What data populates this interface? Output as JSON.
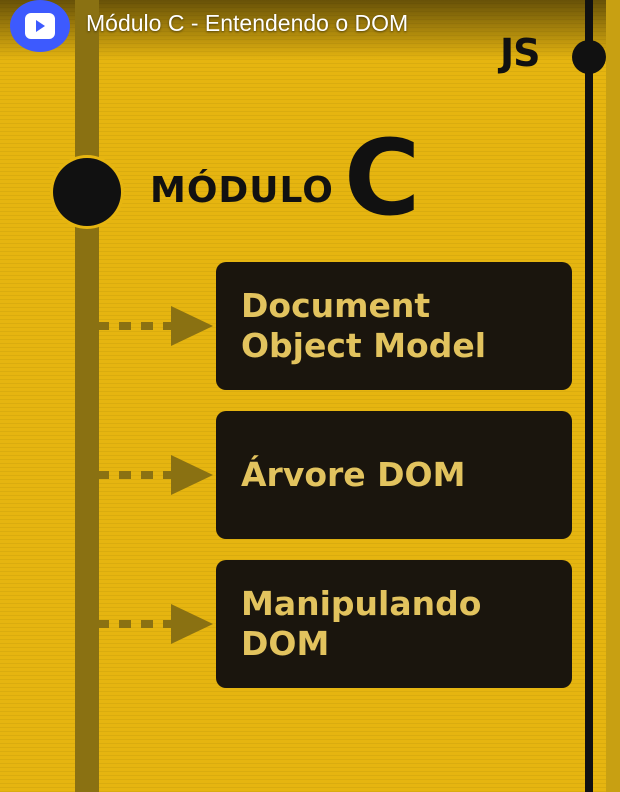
{
  "player": {
    "title": "Módulo C - Entendendo o DOM",
    "logo_icon": "play-icon",
    "accent": "#3d5afe"
  },
  "slide": {
    "background": "#e6b510",
    "corner_badge": "JS",
    "module": {
      "label": "MÓDULO",
      "letter": "C"
    },
    "topics": [
      {
        "lines": [
          "Document",
          "Object Model"
        ]
      },
      {
        "lines": [
          "Árvore DOM"
        ]
      },
      {
        "lines": [
          "Manipulando",
          "DOM"
        ]
      }
    ],
    "card_text_color": "#e2c35e",
    "card_background": "#1a150d"
  }
}
